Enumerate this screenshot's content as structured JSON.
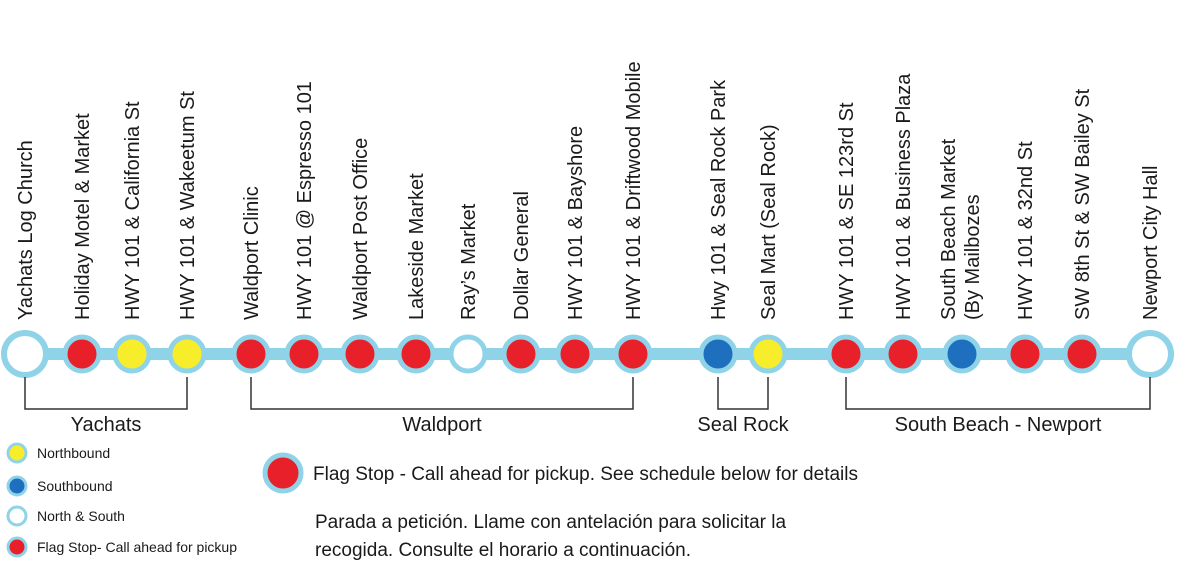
{
  "colors": {
    "line": "#8fd3e8",
    "ring": "#8fd3e8",
    "flag": "#e8202a",
    "northbound": "#f8ed2b",
    "southbound": "#1f6fbf",
    "both": "#ffffff",
    "bracket": "#333333"
  },
  "stops": [
    {
      "label": "Yachats Log Church",
      "type": "both"
    },
    {
      "label": "Holiday Motel & Market",
      "type": "flag"
    },
    {
      "label": "HWY 101 & California St",
      "type": "northbound"
    },
    {
      "label": "HWY 101 & Wakeetum St",
      "type": "northbound"
    },
    {
      "label": "Waldport Clinic",
      "type": "flag"
    },
    {
      "label": "HWY 101 @ Espresso 101",
      "type": "flag"
    },
    {
      "label": "Waldport Post Office",
      "type": "flag"
    },
    {
      "label": "Lakeside Market",
      "type": "flag"
    },
    {
      "label": "Ray’s Market",
      "type": "both"
    },
    {
      "label": "Dollar General",
      "type": "flag"
    },
    {
      "label": "HWY 101 & Bayshore",
      "type": "flag"
    },
    {
      "label": "HWY 101 & Driftwood Mobile",
      "type": "flag"
    },
    {
      "label": "Hwy 101 & Seal Rock Park",
      "type": "southbound"
    },
    {
      "label": "Seal Mart (Seal Rock)",
      "type": "northbound"
    },
    {
      "label": "HWY 101 & SE 123rd St",
      "type": "flag"
    },
    {
      "label": "HWY 101 & Business Plaza",
      "type": "flag"
    },
    {
      "label": "South Beach Market",
      "label2": "(By Mailbozes",
      "type": "southbound"
    },
    {
      "label": "HWY 101 & 32nd St",
      "type": "flag"
    },
    {
      "label": "SW 8th St & SW Bailey St",
      "type": "flag"
    },
    {
      "label": "Newport City Hall",
      "type": "both"
    }
  ],
  "regions": [
    {
      "label": "Yachats",
      "from": 0,
      "to": 3
    },
    {
      "label": "Waldport",
      "from": 4,
      "to": 11
    },
    {
      "label": "Seal Rock",
      "from": 12,
      "to": 13
    },
    {
      "label": "South Beach - Newport",
      "from": 14,
      "to": 19
    }
  ],
  "legend": [
    {
      "type": "northbound",
      "label": "Northbound"
    },
    {
      "type": "southbound",
      "label": "Southbound"
    },
    {
      "type": "both",
      "label": "North & South"
    },
    {
      "type": "flag",
      "label": "Flag Stop- Call ahead for pickup"
    }
  ],
  "flag_note": "Flag Stop - Call ahead for pickup. See schedule below for details",
  "spanish_note": {
    "line1": "Parada a petición. Llame con antelación para solicitar la",
    "line2": "recogida. Consulte el horario a continuación."
  }
}
